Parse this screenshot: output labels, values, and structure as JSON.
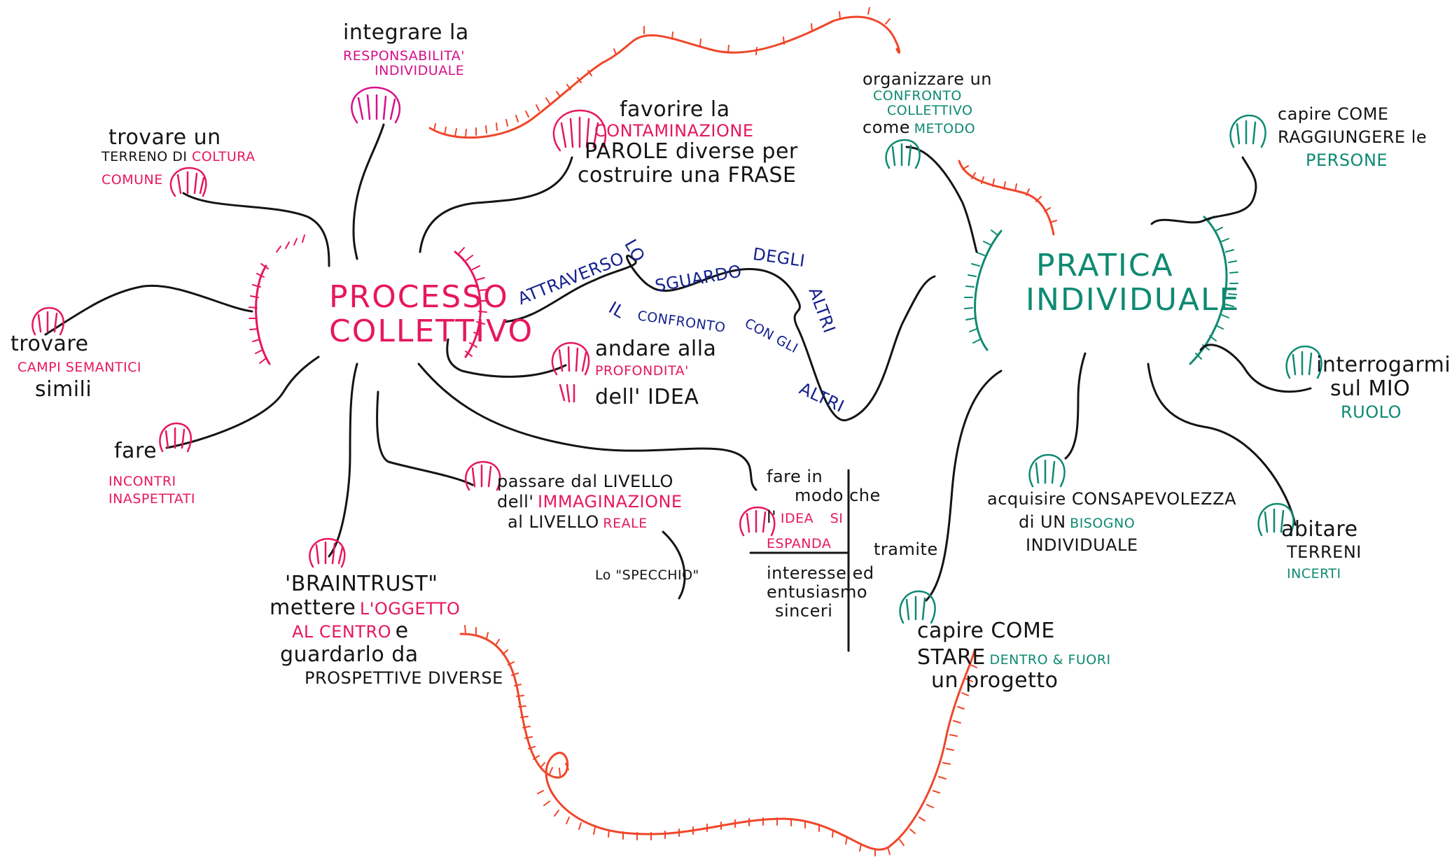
{
  "colors": {
    "ink": "#141414",
    "pink": "#e6175f",
    "magenta": "#d5108a",
    "orange_red": "#f0462a",
    "teal": "#0e8a72",
    "navy": "#14218f"
  },
  "center_left": {
    "line1": "PROCESSO",
    "line2": "COLLETTIVO"
  },
  "center_right": {
    "line1": "PRATICA",
    "line2": "INDIVIDUALE"
  },
  "bridge": {
    "top": [
      "ATTRAVERSO",
      "LO",
      "SGUARDO",
      "DEGLI"
    ],
    "altri_vertical": "ALTRI",
    "bottom": [
      "IL",
      "CONFRONTO",
      "CON GLI",
      "ALTRI"
    ]
  },
  "left_nodes": {
    "integrare": {
      "line1": "integrare la",
      "line2": "RESPONSABILITA'",
      "line3": "INDIVIDUALE"
    },
    "terreno": {
      "line1": "trovare un",
      "line2a": "TERRENO DI",
      "line2b": "COLTURA",
      "line3": "COMUNE"
    },
    "campi": {
      "line1": "trovare",
      "line2": "CAMPI SEMANTICI",
      "line3": "simili"
    },
    "incontri": {
      "line1": "fare",
      "line2": "INCONTRI",
      "line3": "INASPETTATI"
    },
    "braintrust": {
      "line1": "'BRAINTRUST\"",
      "line2a": "mettere",
      "line2b": "L'OGGETTO",
      "line3a": "AL CENTRO",
      "line3b": "e",
      "line4": "guardarlo da",
      "line5": "PROSPETTIVE DIVERSE"
    },
    "contaminazione": {
      "line1": "favorire la",
      "line2": "CONTAMINAZIONE",
      "line3": "PAROLE diverse per",
      "line4": "costruire una FRASE"
    },
    "profondita": {
      "line1": "andare alla",
      "line2": "PROFONDITA'",
      "line3": "dell' IDEA"
    },
    "livello": {
      "line1": "passare dal LIVELLO",
      "line2a": "dell'",
      "line2b": "IMMAGINAZIONE",
      "line3a": "al LIVELLO",
      "line3b": "REALE",
      "line4": "Lo \"SPECCHIO\""
    },
    "espanda": {
      "line1": "fare in",
      "line2": "modo che",
      "line3a": "l'",
      "line3b": "IDEA",
      "line3c": "SI",
      "line4": "ESPANDA",
      "tramite": "tramite",
      "line5": "interesse ed",
      "line6": "entusiasmo",
      "line7": "sinceri"
    }
  },
  "right_nodes": {
    "confronto": {
      "line1": "organizzare un",
      "line2": "CONFRONTO",
      "line3": "COLLETTIVO",
      "line4a": "come",
      "line4b": "METODO"
    },
    "persone": {
      "line1": "capire COME",
      "line2": "RAGGIUNGERE le",
      "line3": "PERSONE"
    },
    "ruolo": {
      "line1": "interrogarmi",
      "line2": "sul MIO",
      "line3": "RUOLO"
    },
    "bisogno": {
      "line1": "acquisire CONSAPEVOLEZZA",
      "line2a": "di UN",
      "line2b": "BISOGNO",
      "line3": "INDIVIDUALE"
    },
    "terreni": {
      "line1": "abitare",
      "line2": "TERRENI",
      "line3": "INCERTI"
    },
    "stare": {
      "line1": "capire COME",
      "line2a": "STARE",
      "line2b": "DENTRO & FUORI",
      "line3": "un progetto"
    }
  }
}
